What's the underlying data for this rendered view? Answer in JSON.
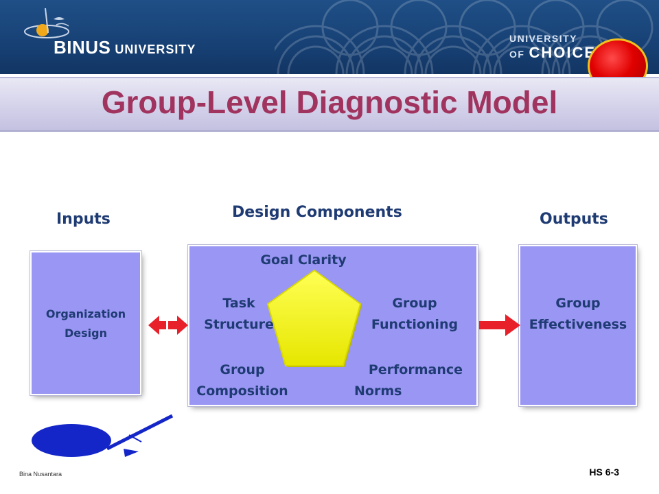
{
  "header": {
    "brand": "BINUS",
    "brand_suffix": "UNIVERSITY",
    "tagline_prefix": "UNIVERSITY OF",
    "tagline_word": "CHOICE"
  },
  "slide": {
    "title": "Group-Level Diagnostic Model"
  },
  "diagram": {
    "inputs_label": "Inputs",
    "components_label": "Design Components",
    "outputs_label": "Outputs",
    "input_box": {
      "line1": "Organization",
      "line2": "Design"
    },
    "components": {
      "top": "Goal Clarity",
      "left_upper": {
        "line1": "Task",
        "line2": "Structure"
      },
      "right_upper": {
        "line1": "Group",
        "line2": "Functioning"
      },
      "left_lower": {
        "line1": "Group",
        "line2": "Composition"
      },
      "right_lower": {
        "line1": "Performance",
        "line2": "Norms"
      }
    },
    "output_box": {
      "line1": "Group",
      "line2": "Effectiveness"
    },
    "colors": {
      "box_fill": "#9a96f3",
      "pentagon": "#f5f51a",
      "arrow": "#e8202a",
      "text": "#1f3b73"
    }
  },
  "footer": {
    "slide_code": "HS 6-3",
    "bina_logo_text": "Bina Nusantara"
  }
}
